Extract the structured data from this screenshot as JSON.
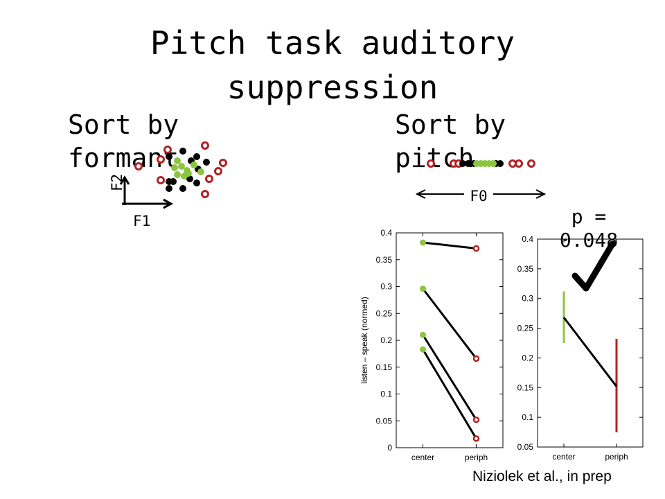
{
  "title": "Pitch task auditory suppression",
  "left_panel": {
    "heading": "Sort by formant",
    "x_label": "F1",
    "y_label": "F2"
  },
  "right_panel": {
    "heading": "Sort by pitch",
    "axis_label": "F0"
  },
  "stat": {
    "p_value": "p = 0.048",
    "check_icon": "checkmark-icon"
  },
  "citation": "Niziolek et al., in prep",
  "colors": {
    "center": "#8cc63f",
    "periph": "#b22222",
    "line": "#000000"
  },
  "chart_data": [
    {
      "type": "line",
      "title": "",
      "categories": [
        "center",
        "periph"
      ],
      "ylabel": "listen – speak (normed)",
      "ylim": [
        0,
        0.4
      ],
      "yticks": [
        "0",
        "0.05",
        "0.1",
        "0.15",
        "0.2",
        "0.25",
        "0.3",
        "0.35",
        "0.4"
      ],
      "series": [
        {
          "values": [
            0.382,
            0.371
          ]
        },
        {
          "values": [
            0.296,
            0.166
          ]
        },
        {
          "values": [
            0.21,
            0.052
          ]
        },
        {
          "values": [
            0.183,
            0.017
          ]
        }
      ]
    },
    {
      "type": "line",
      "title": "",
      "categories": [
        "center",
        "periph"
      ],
      "ylim": [
        0.05,
        0.4
      ],
      "yticks": [
        "0.05",
        "0.1",
        "0.15",
        "0.2",
        "0.25",
        "0.3",
        "0.35",
        "0.4"
      ],
      "series": [
        {
          "values": [
            0.268,
            0.152
          ],
          "error_low": [
            0.225,
            0.075
          ],
          "error_high": [
            0.312,
            0.232
          ]
        }
      ]
    }
  ]
}
